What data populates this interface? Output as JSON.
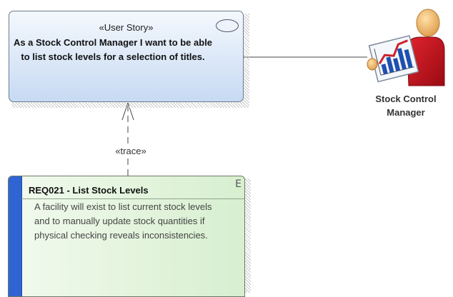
{
  "user_story": {
    "stereotype": "«User Story»",
    "text": "As a Stock Control Manager I want to be able to list stock levels for a selection of titles."
  },
  "requirement": {
    "name": "REQ021 - List Stock Levels",
    "type_badge": "E",
    "notes": "A facility will exist to list current stock levels and to manually update stock quantities if physical checking reveals inconsistencies.",
    "stripe_color": "#2f64d2"
  },
  "actor": {
    "name": "Stock Control Manager",
    "icon": "stock-chart-actor-icon"
  },
  "connectors": {
    "trace_label": "«trace»"
  },
  "colors": {
    "story_fill": "#c7daf3",
    "requirement_fill": "#d7efcf",
    "actor_body": "#c0101c"
  }
}
